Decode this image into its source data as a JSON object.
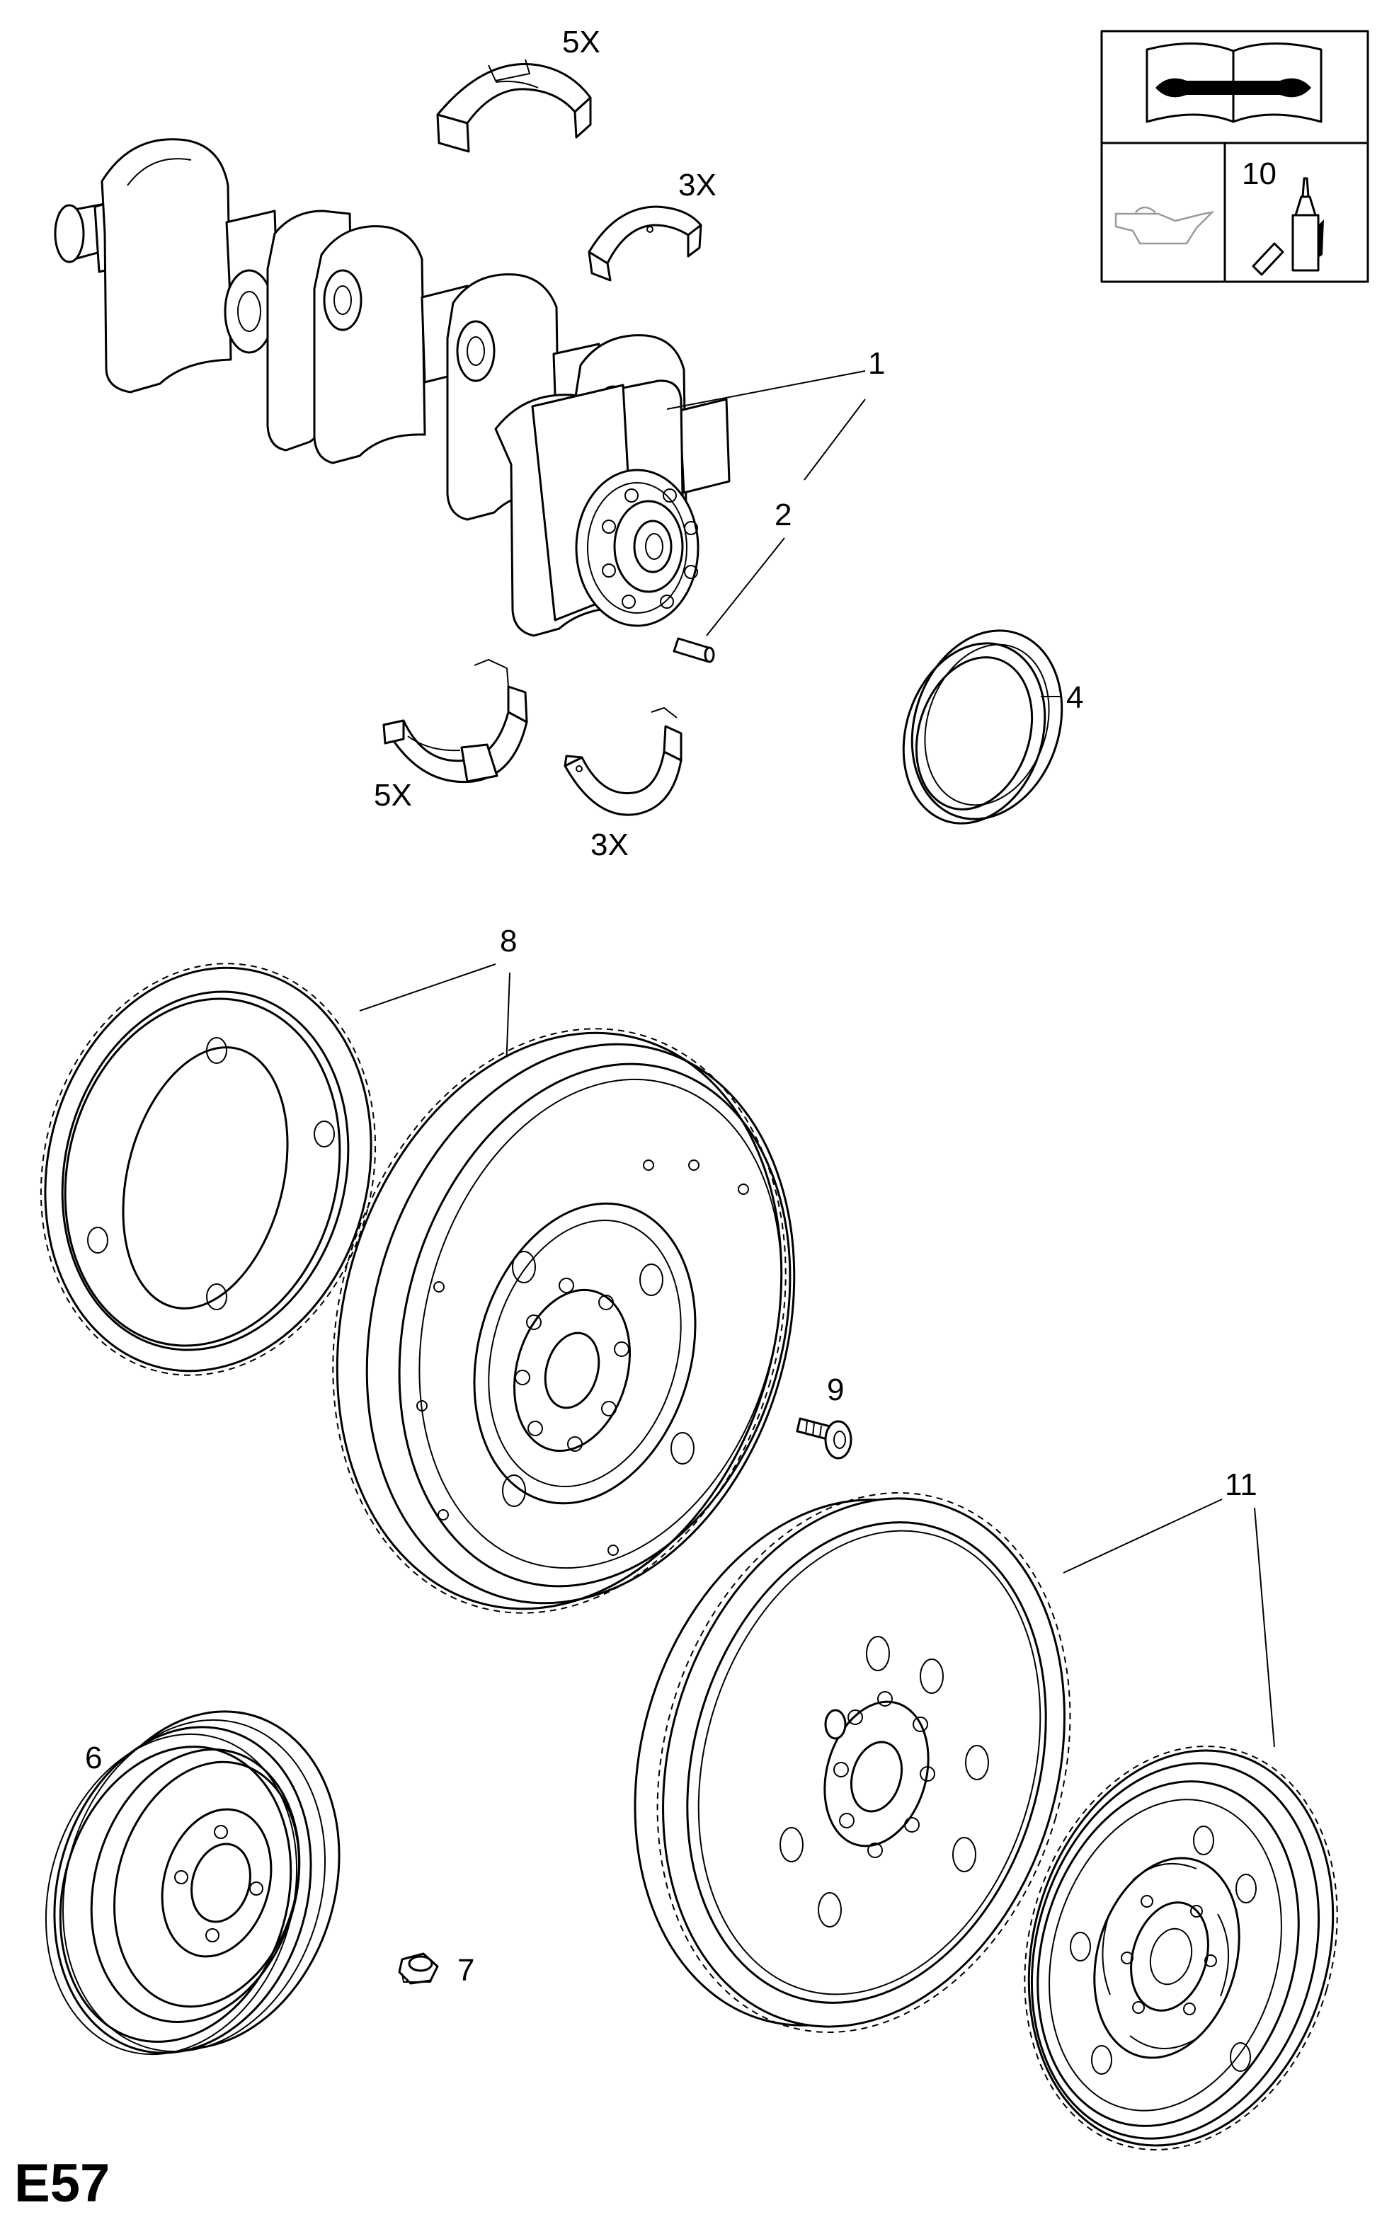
{
  "diagram_code": "E57",
  "labels": {
    "crankshaft": "1",
    "dowel_pin": "2",
    "rear_seal": "4",
    "damper_pulley": "6",
    "pulley_bolt": "7",
    "reluctor_ring": "8",
    "flywheel_bolt": "9",
    "sealant": "10",
    "flywheel": "11"
  },
  "quantities": {
    "main_bearing_upper": "5X",
    "thrust_bearing_upper": "3X",
    "main_bearing_lower": "5X",
    "thrust_bearing_lower": "3X"
  },
  "icons": {
    "manual": "book-wrench-icon",
    "oil": "oil-can-icon",
    "sealant": "sealant-bottle-icon"
  }
}
